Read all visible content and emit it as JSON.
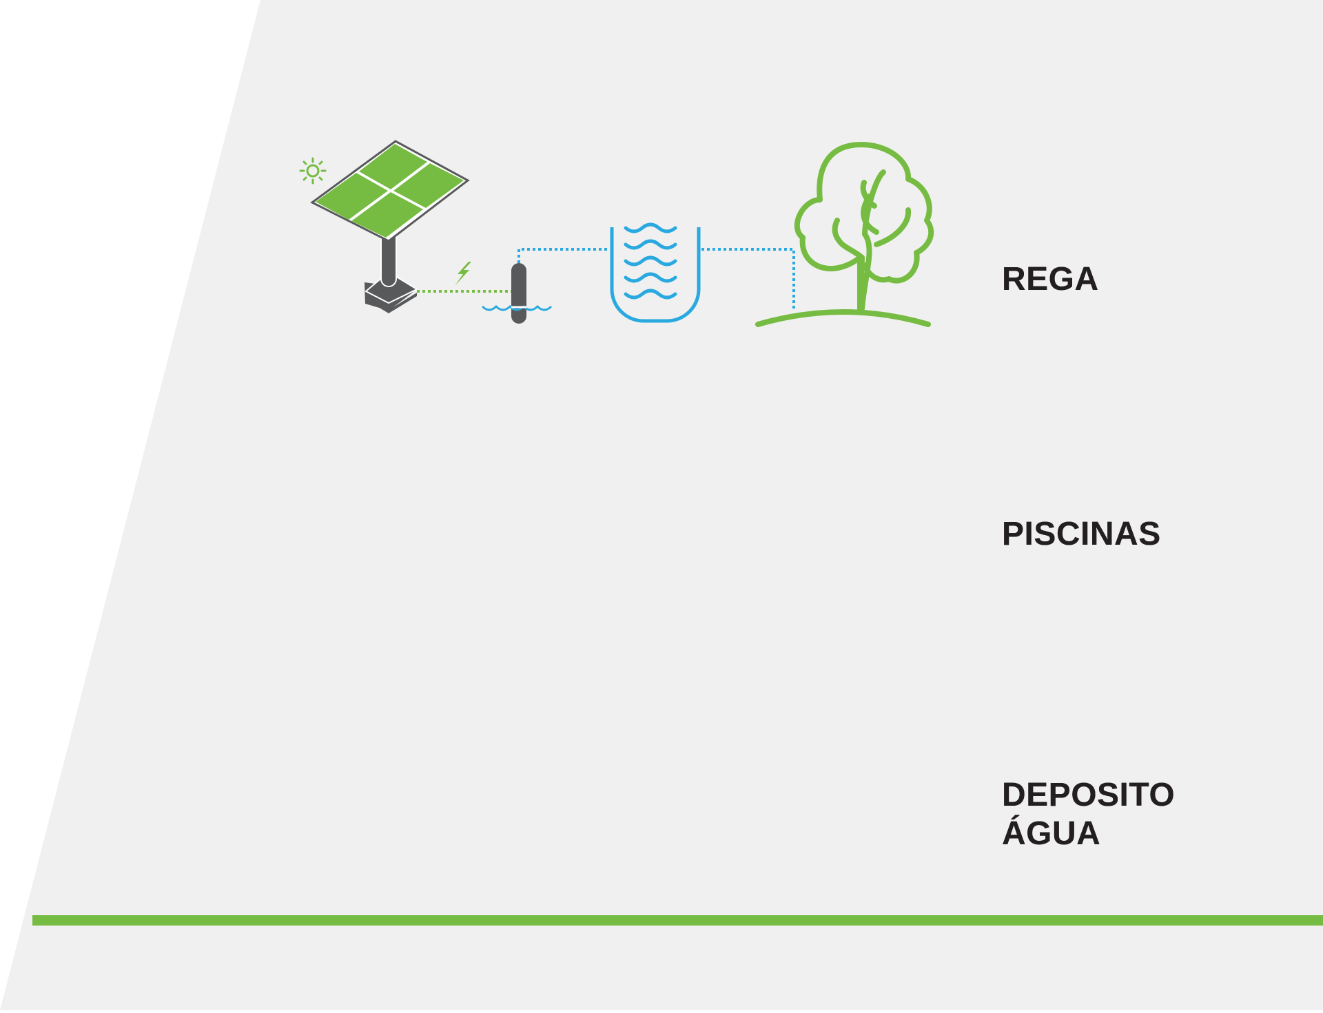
{
  "colors": {
    "background": "#f0f0f0",
    "accent_green": "#76bc42",
    "water_blue": "#29a9e0",
    "dark_gray": "#58595b",
    "text": "#231f20"
  },
  "rows": [
    {
      "id": "rega",
      "label_lines": [
        "REGA"
      ],
      "icon": "tree-icon",
      "has_tank": true
    },
    {
      "id": "piscinas",
      "label_lines": [
        "PISCINAS"
      ],
      "icon": "pool-ladder-icon",
      "has_tank": false
    },
    {
      "id": "deposito",
      "label_lines": [
        "DEPOSITO",
        "ÁGUA"
      ],
      "icon": "water-tank-icon",
      "has_tank": false
    }
  ]
}
